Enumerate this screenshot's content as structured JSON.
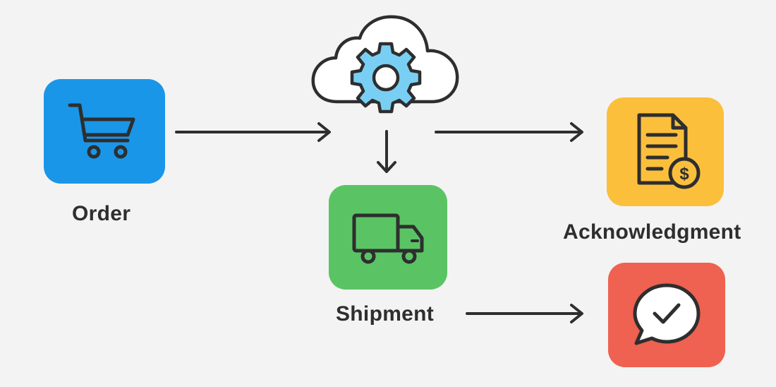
{
  "nodes": {
    "order": {
      "label": "Order",
      "color": "#1a96e8",
      "icon": "shopping-cart-icon"
    },
    "shipment": {
      "label": "Shipment",
      "color": "#5ac465",
      "icon": "delivery-truck-icon"
    },
    "acknowledgment": {
      "label": "Acknowledgment",
      "color": "#fbbf3c",
      "icon": "invoice-dollar-icon"
    },
    "confirmation": {
      "label": "",
      "color": "#ef6150",
      "icon": "chat-check-icon"
    },
    "cloud": {
      "icon": "cloud-gear-icon",
      "gear_color": "#79cff3"
    }
  },
  "edges": [
    {
      "from": "order",
      "to": "cloud"
    },
    {
      "from": "cloud",
      "to": "shipment"
    },
    {
      "from": "cloud",
      "to": "acknowledgment"
    },
    {
      "from": "shipment",
      "to": "confirmation"
    }
  ],
  "colors": {
    "stroke": "#2e2e2e",
    "background": "#f3f3f3"
  }
}
